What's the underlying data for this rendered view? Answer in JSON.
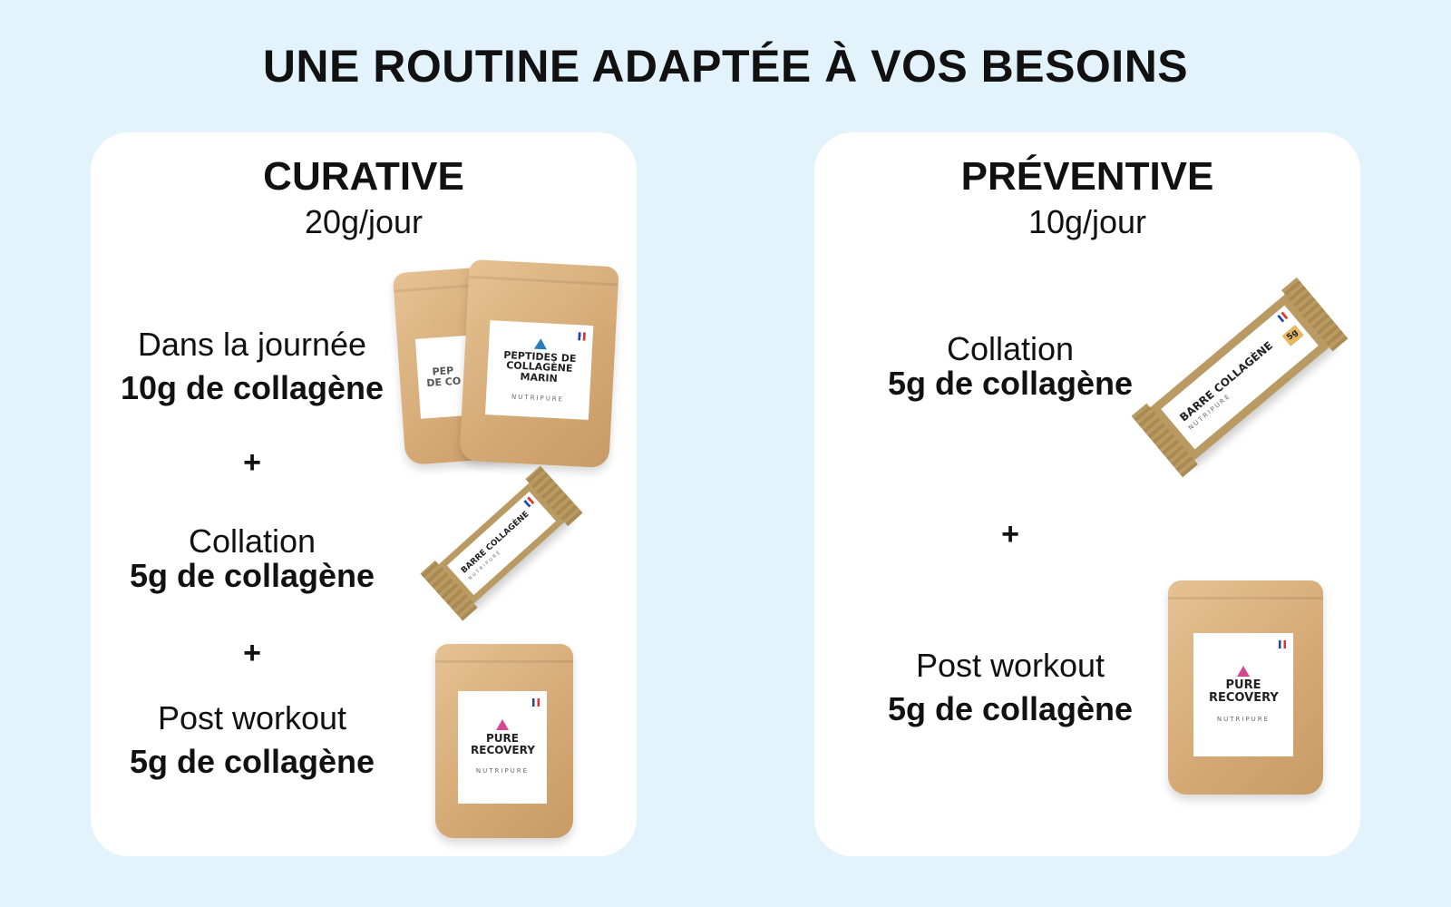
{
  "title": "UNE ROUTINE ADAPTÉE À VOS BESOINS",
  "curative": {
    "heading": "CURATIVE",
    "dose": "20g/jour",
    "items": [
      {
        "moment": "Dans la journée",
        "amount": "10g de collagène"
      },
      {
        "moment": "Collation",
        "amount": "5g de collagène"
      },
      {
        "moment": "Post workout",
        "amount": "5g de collagène"
      }
    ],
    "plus": "+"
  },
  "preventive": {
    "heading": "PRÉVENTIVE",
    "dose": "10g/jour",
    "items": [
      {
        "moment": "Collation",
        "amount": "5g de collagène"
      },
      {
        "moment": "Post workout",
        "amount": "5g de collagène"
      }
    ],
    "plus": "+"
  },
  "products": {
    "peptides": "PEPTIDES DE COLLAGÈNE MARIN",
    "bar": "BARRE COLLAGÈNE",
    "bar_badge": "5g",
    "recovery": "PURE RECOVERY",
    "brand": "NUTRIPURE"
  },
  "colors": {
    "background": "#e3f3fb",
    "card": "#ffffff",
    "kraft": "#d4a874"
  }
}
